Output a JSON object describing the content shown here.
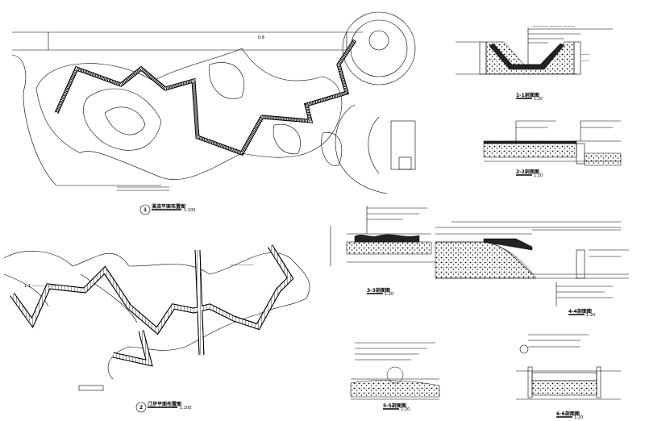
{
  "drawing": {
    "plan1": {
      "number": "1",
      "title": "溪流平面布置图",
      "scale": "1:100"
    },
    "plan2": {
      "number": "2",
      "title": "汀步平面布置图",
      "scale": "1:100"
    },
    "sections": [
      {
        "title": "1-1剖面图",
        "scale": "1:20"
      },
      {
        "title": "2-2剖面图",
        "scale": "1:20"
      },
      {
        "title": "3-3剖面图",
        "scale": "1:20"
      },
      {
        "title": "4-4剖面图",
        "scale": "1:20"
      },
      {
        "title": "5-5剖面图",
        "scale": "1:20"
      },
      {
        "title": "6-6剖面图",
        "scale": "1:20"
      }
    ]
  }
}
